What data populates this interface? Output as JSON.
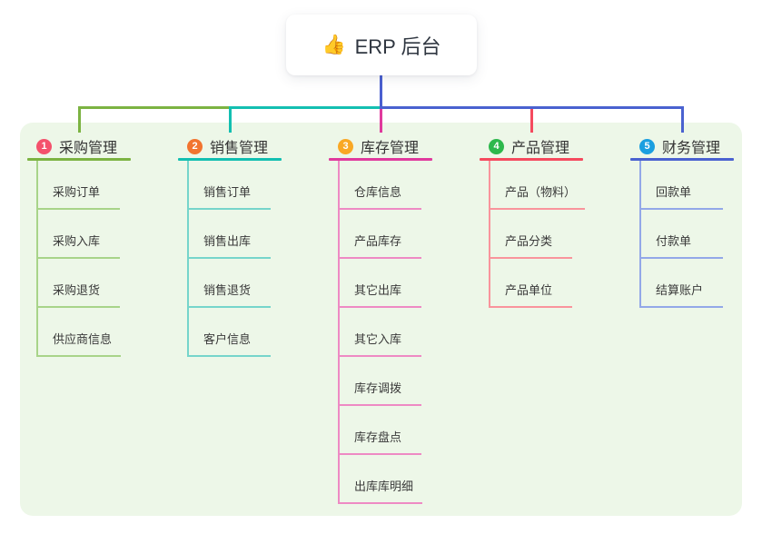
{
  "root": {
    "icon": "👍",
    "label": "ERP 后台"
  },
  "branches": [
    {
      "num": "1",
      "label": "采购管理",
      "badge_color": "#f4516c",
      "line_color": "#7cb342",
      "child_line_color": "#a8d489",
      "children": [
        "采购订单",
        "采购入库",
        "采购退货",
        "供应商信息"
      ]
    },
    {
      "num": "2",
      "label": "销售管理",
      "badge_color": "#f2742f",
      "line_color": "#13bfb1",
      "child_line_color": "#76d5cb",
      "children": [
        "销售订单",
        "销售出库",
        "销售退货",
        "客户信息"
      ]
    },
    {
      "num": "3",
      "label": "库存管理",
      "badge_color": "#f9a825",
      "line_color": "#e03a9d",
      "child_line_color": "#ee8ac4",
      "children": [
        "仓库信息",
        "产品库存",
        "其它出库",
        "其它入库",
        "库存调拨",
        "库存盘点",
        "出库库明细"
      ]
    },
    {
      "num": "4",
      "label": "产品管理",
      "badge_color": "#2db84c",
      "line_color": "#f54a5e",
      "child_line_color": "#f9949c",
      "children": [
        "产品（物料）",
        "产品分类",
        "产品单位"
      ]
    },
    {
      "num": "5",
      "label": "财务管理",
      "badge_color": "#1b9fe0",
      "line_color": "#4a62d0",
      "child_line_color": "#93a8e8",
      "children": [
        "回款单",
        "付款单",
        "结算账户"
      ]
    }
  ],
  "colors": {
    "panel_bg": "#edf7e8",
    "root_connector": "#4a5fd0"
  }
}
